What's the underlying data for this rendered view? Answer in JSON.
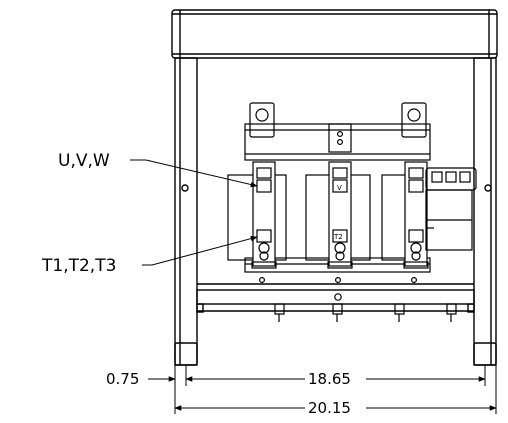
{
  "callouts": {
    "input_terminals": "U,V,W",
    "output_terminals": "T1,T2,T3"
  },
  "dimensions": {
    "leg_offset": "0.75",
    "inner_width": "18.65",
    "overall_width": "20.15"
  },
  "terminal_marks": {
    "top": "V",
    "bottom": "T2"
  }
}
